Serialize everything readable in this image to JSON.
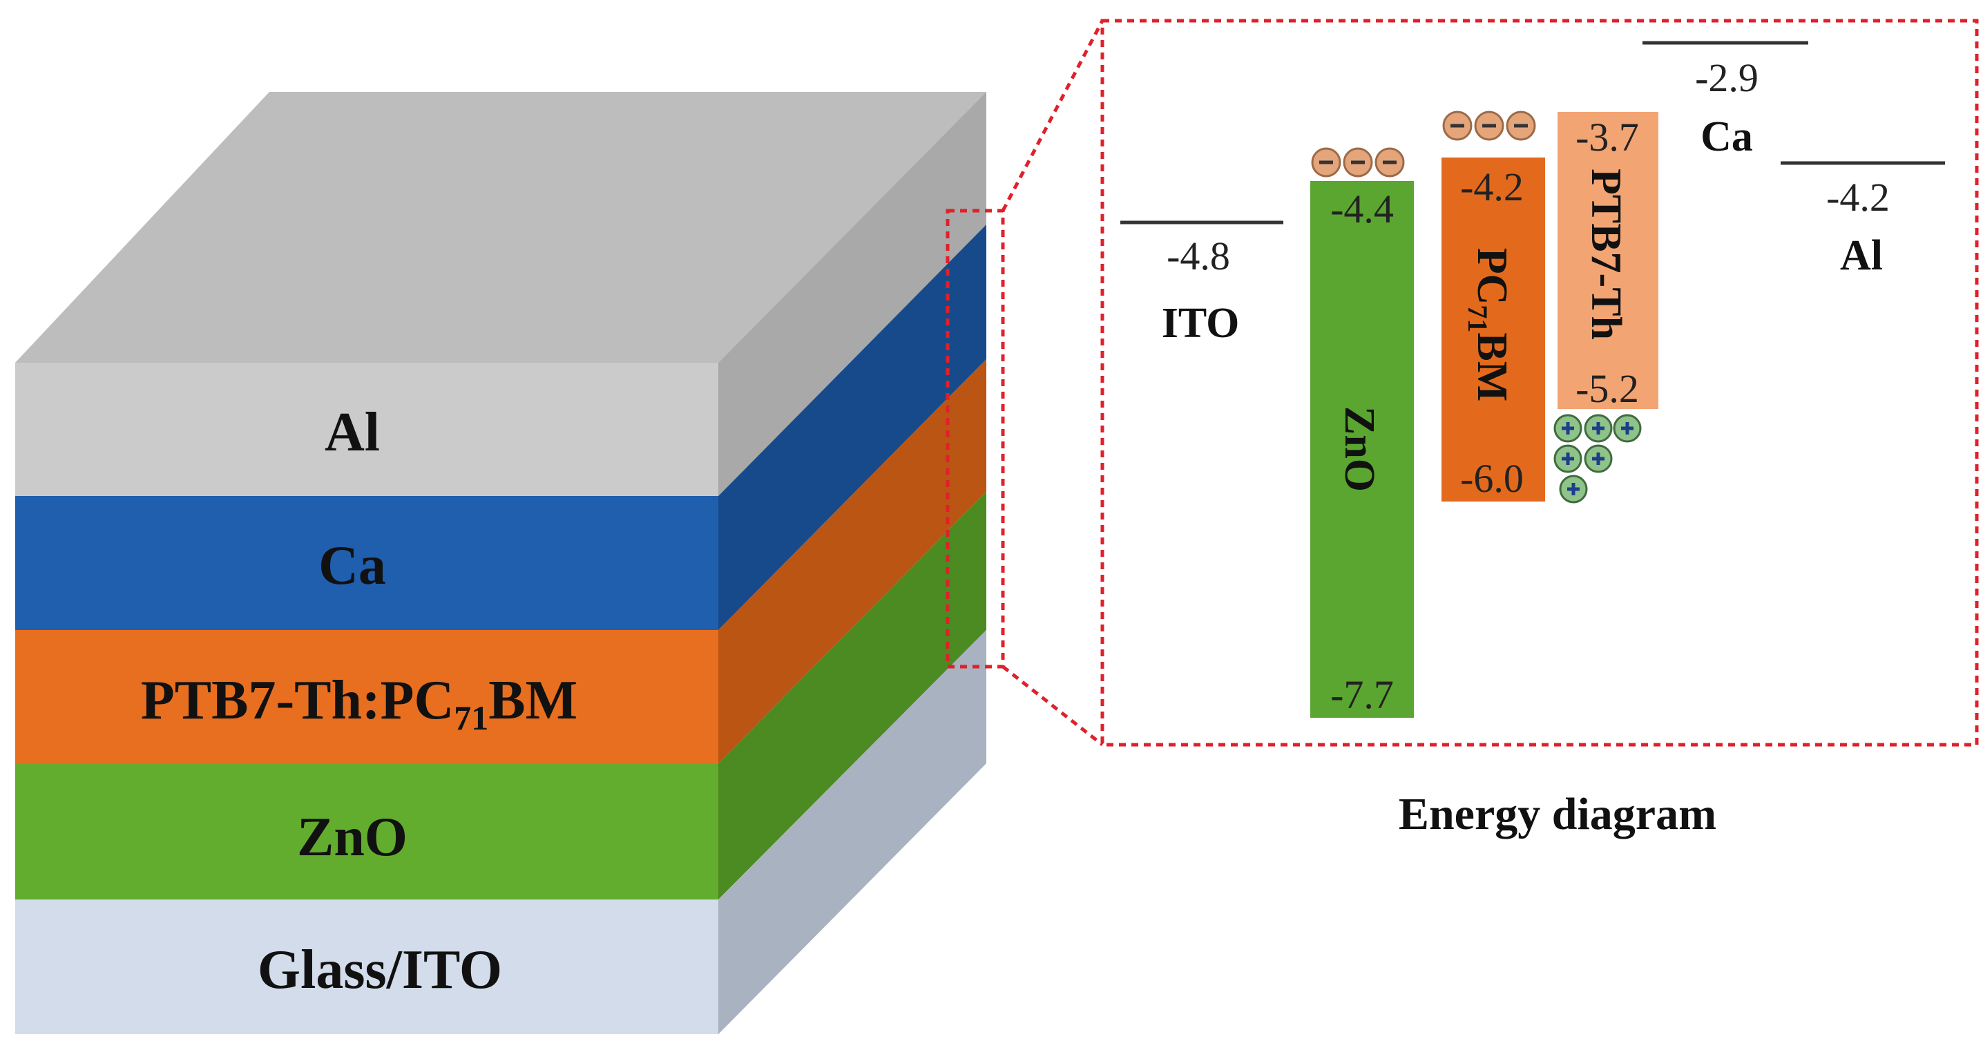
{
  "stack": {
    "layers": [
      {
        "name": "Al",
        "color": "#cbcbcb",
        "side": "#a9a9a9"
      },
      {
        "name": "Ca",
        "color": "#1f5fae",
        "side": "#174a8a"
      },
      {
        "name": "PTB7-Th:PC71BM",
        "display": "PTB7-Th:PC",
        "sub": "71",
        "tail": "BM",
        "color": "#e86f20",
        "side": "#bb5514"
      },
      {
        "name": "ZnO",
        "color": "#63ad2e",
        "side": "#4c8a22"
      },
      {
        "name": "Glass/ITO",
        "color": "#d3dcea",
        "side": "#a9b2c0"
      }
    ],
    "top_color": "#bdbdbd"
  },
  "energy": {
    "caption": "Energy diagram",
    "frame_color": "#e0202a",
    "ito": {
      "label": "ITO",
      "value": "-4.8"
    },
    "zno": {
      "label": "ZnO",
      "top": "-4.4",
      "bottom": "-7.7",
      "color": "#5aa630"
    },
    "pcbm": {
      "label": "PC71BM",
      "label_main": "PC",
      "label_sub": "71",
      "label_tail": "BM",
      "top": "-4.2",
      "bottom": "-6.0",
      "color": "#e36a1d"
    },
    "ptb7": {
      "label": "PTB7-Th",
      "top": "-3.7",
      "bottom": "-5.2",
      "color": "#f3a473"
    },
    "ca": {
      "label": "Ca",
      "value": "-2.9"
    },
    "al": {
      "label": "Al",
      "value": "-4.2"
    }
  }
}
